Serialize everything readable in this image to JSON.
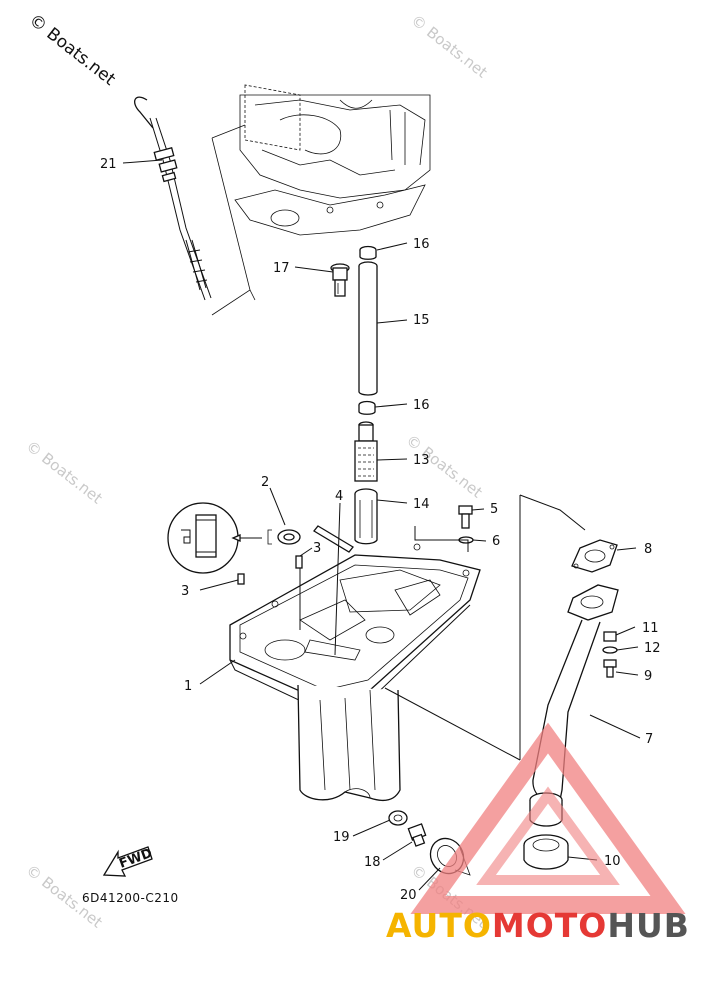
{
  "watermark_main": "© Boats.net",
  "watermark_text": "© Boats.net",
  "diagram_code": "6D41200-C210",
  "fwd_label": "FWD",
  "brand": {
    "part1": "AUTO",
    "part2": "MOTO",
    "part3": "HUB",
    "color1": "#f5b400",
    "color2": "#e53935",
    "color3": "#555555"
  },
  "callouts": {
    "c1": "1",
    "c2": "2",
    "c3a": "3",
    "c3b": "3",
    "c4": "4",
    "c5": "5",
    "c6": "6",
    "c7": "7",
    "c8": "8",
    "c9": "9",
    "c10": "10",
    "c11": "11",
    "c12": "12",
    "c13": "13",
    "c14": "14",
    "c15": "15",
    "c16a": "16",
    "c16b": "16",
    "c17": "17",
    "c18": "18",
    "c19": "19",
    "c20": "20",
    "c21": "21"
  }
}
